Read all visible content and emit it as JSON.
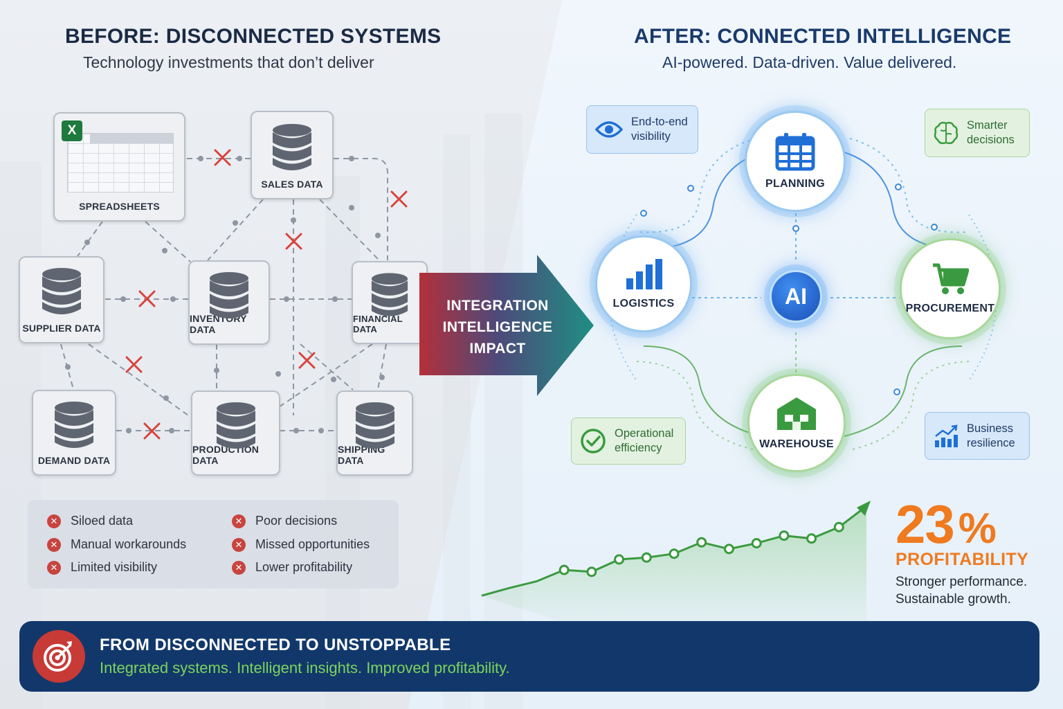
{
  "before": {
    "title": "BEFORE: DISCONNECTED SYSTEMS",
    "subtitle": "Technology investments that don’t deliver",
    "nodes": {
      "spreadsheets": "SPREADSHEETS",
      "excel_badge": "X",
      "sales": "SALES DATA",
      "supplier": "SUPPLIER DATA",
      "inventory": "INVENTORY DATA",
      "financial": "FINANCIAL DATA",
      "demand": "DEMAND DATA",
      "production": "PRODUCTION DATA",
      "shipping": "SHIPPING DATA"
    },
    "issues": [
      "Siloed data",
      "Manual workarounds",
      "Limited visibility",
      "Poor decisions",
      "Missed opportunities",
      "Lower profitability"
    ]
  },
  "arrow": {
    "lines": [
      "INTEGRATION",
      "INTELLIGENCE",
      "IMPACT"
    ]
  },
  "after": {
    "title": "AFTER: CONNECTED INTELLIGENCE",
    "subtitle": "AI-powered. Data-driven. Value delivered.",
    "hub": "AI",
    "nodes": {
      "planning": "PLANNING",
      "logistics": "LOGISTICS",
      "procurement": "PROCUREMENT",
      "warehouse": "WAREHOUSE"
    },
    "callouts": {
      "visibility": [
        "End-to-end",
        "visibility"
      ],
      "decisions": [
        "Smarter",
        "decisions"
      ],
      "efficiency": [
        "Operational",
        "efficiency"
      ],
      "resilience": [
        "Business",
        "resilience"
      ]
    },
    "stat": {
      "value": "23",
      "unit": "%",
      "label": "PROFITABILITY",
      "lines": [
        "Stronger performance.",
        "Sustainable growth."
      ]
    },
    "trend": [
      18,
      26,
      33,
      45,
      43,
      56,
      58,
      62,
      74,
      67,
      73,
      81,
      78,
      90,
      112
    ]
  },
  "banner": {
    "title": "FROM DISCONNECTED TO UNSTOPPABLE",
    "subtitle": "Integrated systems. Intelligent insights. Improved profitability."
  },
  "colors": {
    "navy": "#1a3a6b",
    "red_x": "#d9423c",
    "blue": "#1f6fd6",
    "green": "#3a9a3f",
    "orange": "#ef7a1f",
    "banner_green": "#7dd35c"
  }
}
